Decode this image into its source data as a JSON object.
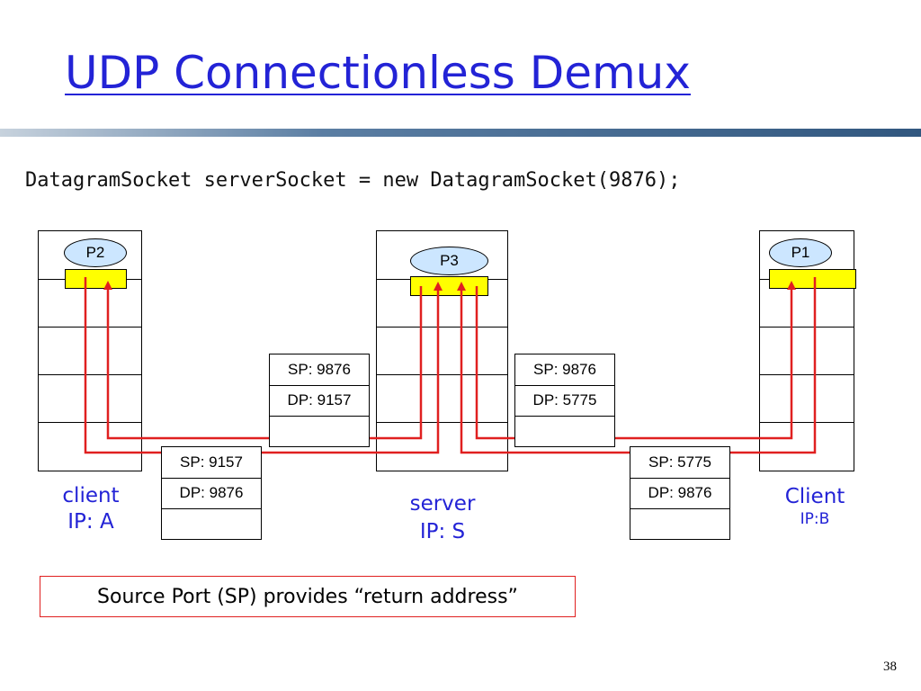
{
  "title": "UDP Connectionless Demux",
  "code_line": "DatagramSocket serverSocket = new DatagramSocket(9876);",
  "processes": {
    "p2": "P2",
    "p3": "P3",
    "p1": "P1"
  },
  "segments": {
    "server_to_client_a": {
      "sp": "SP: 9876",
      "dp": "DP: 9157"
    },
    "server_to_client_b": {
      "sp": "SP: 9876",
      "dp": "DP: 5775"
    },
    "client_a_to_server": {
      "sp": "SP: 9157",
      "dp": "DP: 9876"
    },
    "client_b_to_server": {
      "sp": "SP: 5775",
      "dp": "DP: 9876"
    }
  },
  "hosts": {
    "client_a": {
      "line1": "client",
      "line2": "IP: A"
    },
    "server": {
      "line1": "server",
      "line2": "IP: S"
    },
    "client_b": {
      "line1": "Client",
      "line2": "IP:B"
    }
  },
  "note": "Source Port (SP) provides “return address”",
  "page_number": "38",
  "colors": {
    "title": "#2323d6",
    "arrow": "#e02020",
    "socket": "#ffff00",
    "process": "#cce6ff"
  }
}
